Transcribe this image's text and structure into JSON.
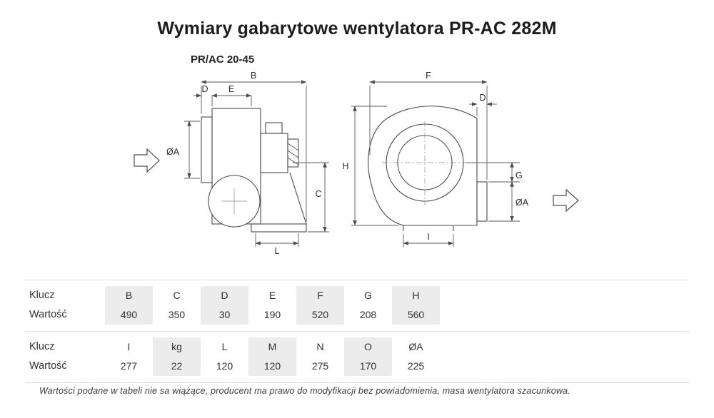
{
  "title": "Wymiary gabarytowe wentylatora PR-AC 282M",
  "drawing": {
    "model_label": "PR/AC 20-45",
    "dim_labels": {
      "B": "B",
      "D": "D",
      "E": "E",
      "diaA": "ØA",
      "C": "C",
      "L": "L",
      "F": "F",
      "D2": "D",
      "H": "H",
      "G": "G",
      "diaA2": "ØA",
      "I": "I"
    }
  },
  "table": {
    "row_labels": {
      "key": "Klucz",
      "value": "Wartość"
    },
    "groups": [
      {
        "keys": [
          "B",
          "C",
          "D",
          "E",
          "F",
          "G",
          "H"
        ],
        "values": [
          "490",
          "350",
          "30",
          "190",
          "520",
          "208",
          "560"
        ],
        "shaded_columns": [
          0,
          2,
          4,
          6
        ]
      },
      {
        "keys": [
          "I",
          "kg",
          "L",
          "M",
          "N",
          "O",
          "ØA"
        ],
        "values": [
          "277",
          "22",
          "120",
          "120",
          "275",
          "170",
          "225"
        ],
        "shaded_columns": [
          1,
          3,
          5
        ]
      }
    ]
  },
  "footer": "Wartości podane w tabeli nie sa wiążące, producent ma prawo do modyfikacji bez powiadomienia, masa wentylatora szacunkowa.",
  "colors": {
    "cell_shade": "#ececec",
    "divider": "#dcdcdc",
    "drawing_line": "#4a4a4a"
  }
}
